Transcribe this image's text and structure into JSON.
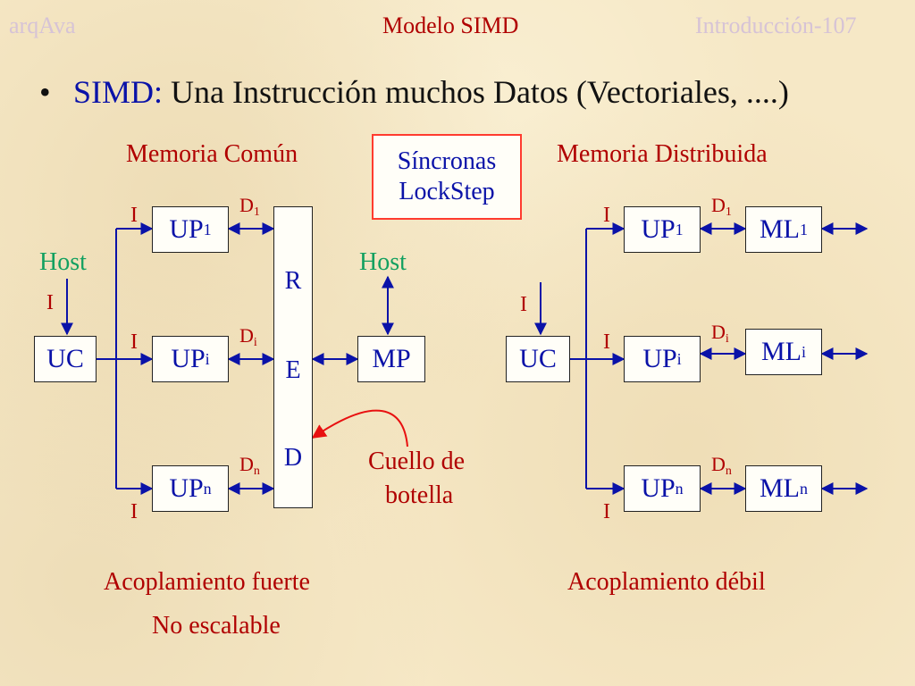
{
  "header": {
    "left": "arqAva",
    "center": "Modelo SIMD",
    "right": "Introducción-107"
  },
  "bullet": {
    "prefix": "SIMD:",
    "text": " Una Instrucción muchos Datos (Vectoriales, ....)"
  },
  "colors": {
    "header_left": "#d6c3d6",
    "header_center": "#b00000",
    "header_right": "#d6c3d6",
    "prefix": "#0a12a8",
    "red_text": "#b00000",
    "host_text": "#12a060",
    "box_text": "#0a12a8",
    "sync_border": "#ff3b2f",
    "wire": "#0a12a8",
    "arrow_curve": "#e81010"
  },
  "sync_box": {
    "line1": "Síncronas",
    "line2": "LockStep"
  },
  "left_diagram": {
    "title": "Memoria Común",
    "host": "Host",
    "host_right": "Host",
    "uc": "UC",
    "instr": "I",
    "up1": "UP",
    "up1_sub": "1",
    "upi": "UP",
    "upi_sub": "i",
    "upn": "UP",
    "upn_sub": "n",
    "d1": "D",
    "d1_sub": "1",
    "di": "D",
    "di_sub": "i",
    "dn": "D",
    "dn_sub": "n",
    "red": [
      "R",
      "E",
      "D"
    ],
    "mp": "MP",
    "bottleneck_line1": "Cuello de",
    "bottleneck_line2": "botella",
    "coupling": "Acoplamiento fuerte",
    "scalable": "No escalable"
  },
  "right_diagram": {
    "title": "Memoria Distribuida",
    "uc": "UC",
    "instr": "I",
    "up1": "UP",
    "up1_sub": "1",
    "upi": "UP",
    "upi_sub": "i",
    "upn": "UP",
    "upn_sub": "n",
    "d1": "D",
    "d1_sub": "1",
    "di": "D",
    "di_sub": "i",
    "dn": "D",
    "dn_sub": "n",
    "ml1": "ML",
    "ml1_sub": "1",
    "mli": "ML",
    "mli_sub": "i",
    "mln": "ML",
    "mln_sub": "n",
    "coupling": "Acoplamiento débil"
  }
}
